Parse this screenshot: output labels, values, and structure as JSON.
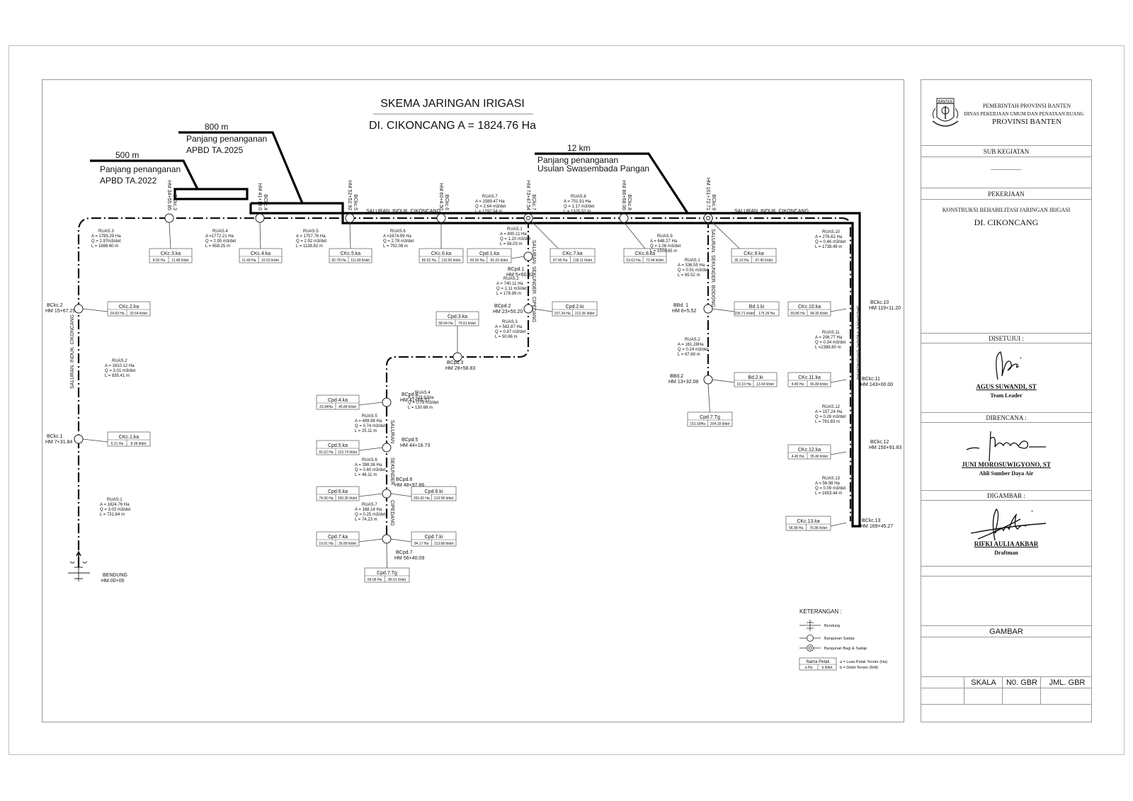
{
  "title": {
    "line1": "SKEMA JARINGAN IRIGASI",
    "line2": "DI. CIKONCANG A = 1824.76 Ha"
  },
  "callouts": [
    {
      "length": "500 m",
      "line1": "Panjang penanganan",
      "line2": "APBD TA.2022"
    },
    {
      "length": "800 m",
      "line1": "Panjang penanganan",
      "line2": "APBD TA.2025"
    },
    {
      "length": "12 km",
      "line1": "Panjang penanganan",
      "line2": "Usulan Swasembada Pangan"
    }
  ],
  "channels": {
    "induk_top": "SALURAN. INDUK. CIKONCANG",
    "induk_left": "SALURAN. INDUK. CIKONCANG",
    "induk_right": "SALURAN. INDUK. CIKONCANG",
    "cipedang_upper": "SALURAN. SEKUNDER. CIPEDANG",
    "cipedang_lower": [
      "SALURAN",
      "SEKUNDER",
      "CIPEDANG"
    ],
    "bodong": "SALURAN. SEKUNDER. BODONG"
  },
  "structures": [
    {
      "name": "BCkc.1",
      "hm": "HM 7+31.84"
    },
    {
      "name": "BCkc.2",
      "hm": "HM 15+67.25"
    },
    {
      "name": "BCkc.3",
      "hm": "HM 34+55.85"
    },
    {
      "name": "BCkc.4",
      "hm": "HM 41+14.0"
    },
    {
      "name": "BCkc.5",
      "hm": "HM 52+52.92"
    },
    {
      "name": "BCkc.6",
      "hm": "HM 60+4.50"
    },
    {
      "name": "BCkc.7",
      "hm": "HM 73+47.54"
    },
    {
      "name": "BCkc.8",
      "hm": "HM 86+68.06"
    },
    {
      "name": "BCkc.9",
      "hm": "HM 101+72.71"
    },
    {
      "name": "BCkc.10",
      "hm": "HM 119+11.20"
    },
    {
      "name": "BCkc.11",
      "hm": "HM 143+00.00"
    },
    {
      "name": "BCkc.12",
      "hm": "HM 150+91.83"
    },
    {
      "name": "BCkc.13",
      "hm": "HM 169+45.27"
    },
    {
      "name": "BCpd.1",
      "hm": "HM 5+60.32"
    },
    {
      "name": "BCpd.2",
      "hm": "HM 23+50.20"
    },
    {
      "name": "BCpd.3",
      "hm": "HM 28+58.83"
    },
    {
      "name": "BCpd.4",
      "hm": "HM 41+65.57"
    },
    {
      "name": "BCpd.5",
      "hm": "HM 44+16.73"
    },
    {
      "name": "BCpd.6",
      "hm": "HM 48+97.86"
    },
    {
      "name": "BCpd.7",
      "hm": "HM 56+40.09"
    },
    {
      "name": "BBd. 1",
      "hm": "HM 6+5.52"
    },
    {
      "name": "BBd.2",
      "hm": "HM 13+32.08"
    },
    {
      "name": "BENDUNG",
      "hm": "HM.00+00"
    }
  ],
  "ruas": [
    {
      "name": "RUAS.1",
      "A": "A = 1824.76 Ha",
      "Q": "Q = 3.03 m3/det",
      "L": "L = 731.84  m"
    },
    {
      "name": "RUAS.2",
      "A": "A = 1810.12 Ha",
      "Q": "Q = 3.01 m3/det",
      "L": "L = 835.41  m"
    },
    {
      "name": "RUAS.3",
      "A": "A = 1785.29 Ha",
      "Q": "Q = 2.97m3/det",
      "L": "L = 1888.60 m"
    },
    {
      "name": "RUAS.4",
      "A": "A =1772.21 Ha",
      "Q": "Q = 2.95 m3/det",
      "L": "L = 658.25  m"
    },
    {
      "name": "RUAS.5",
      "A": "A = 1757.76 Ha",
      "Q": "Q = 2.92 m3/det",
      "L": "L = 1138.82  m"
    },
    {
      "name": "RUAS.6",
      "A": "A =1674.99 Ha",
      "Q": "Q = 2.78 m3/det",
      "L": "L = 792.08  m"
    },
    {
      "name": "RUAS.7",
      "A": "A = 1589.47 Ha",
      "Q": "Q = 2.64 m3/det",
      "L": "L = 1292.54  m"
    },
    {
      "name": "RUAS.8",
      "A": "A = 701.91 Ha",
      "Q": "Q = 1.17 m3/det",
      "L": "L = 1320.52  m"
    },
    {
      "name": "RUAS.9",
      "A": "A = 648.27 Ha",
      "Q": "Q = 1.08 m3/det",
      "L": "L = 1504.65  m"
    },
    {
      "name": "RUAS.10",
      "A": "A = 276.62 Ha",
      "Q": "Q = 0.46 m3/det",
      "L": "L = 1738.49  m"
    },
    {
      "name": "RUAS.11",
      "A": "A = 206.77 Ha",
      "Q": "Q = 0.34 m3/det",
      "L": "L =2388.80  m"
    },
    {
      "name": "RUAS.12",
      "A": "A = 157.24 Ha",
      "Q": "Q = 0.26 m3/det",
      "L": "L = 791.83 m"
    },
    {
      "name": "RUAS.13",
      "A": "A = 56.98 Ha",
      "Q": "Q = 0.09 m3/det",
      "L": "L = 1853.44  m"
    },
    {
      "name": "RUAS.1",
      "A": "A = 800.11 Ha",
      "Q": "Q = 1.20 m3/det",
      "L": "L = 56.03 m"
    },
    {
      "name": "RUAS.2",
      "A": "A = 740.11 Ha",
      "Q": "Q = 1.11 m3/det",
      "L": "L = 178.99  m"
    },
    {
      "name": "RUAS.3",
      "A": "A = 582.87 Ha",
      "Q": "Q = 0.87 m3/det",
      "L": "L = 50.86  m"
    },
    {
      "name": "RUAS.4",
      "A": "A = 523.92Ha",
      "Q": "Q = 0.79 m3/det",
      "L": "L = 130.68 m"
    },
    {
      "name": "RUAS.5",
      "A": "A = 489.98 Ha",
      "Q": "Q = 0.74 m3/det",
      "L": "L = 25.11  m"
    },
    {
      "name": "RUAS.6",
      "A": "A = 398.36 Ha",
      "Q": "Q = 0.60 m3/det",
      "L": "L = 48.11  m"
    },
    {
      "name": "RUAS.7",
      "A": "A = 168.14 Ha",
      "Q": "Q = 0.25 m3/det",
      "L": "L = 74.23  m"
    },
    {
      "name": "RUAS.1",
      "A": "A = 336.55 Ha",
      "Q": "Q = 0.51 m3/det",
      "L": "L = 65.52  m"
    },
    {
      "name": "RUAS.2",
      "A": "A = 161.28Ha",
      "Q": "Q = 0.24 m3/det",
      "L": "L = 67.69  m"
    }
  ],
  "petak": [
    {
      "name": "CKc.1.ka",
      "a": "6.21 Ha",
      "b": "8.38 lt/det"
    },
    {
      "name": "CKc.2.ka",
      "a": "24.83 Ha",
      "b": "33.54 lt/det"
    },
    {
      "name": "CKc.3.ka",
      "a": "8.50 Ha",
      "b": "11.48 lt/det"
    },
    {
      "name": "CKc.4.ka",
      "a": "11.49 Ha",
      "b": "15.52 lt/det"
    },
    {
      "name": "CKc.5.ka",
      "a": "82.78 Ha",
      "b": "111.80 lt/det"
    },
    {
      "name": "CKc.6.ka",
      "a": "85.52 Ha",
      "b": "115.50 lt/det"
    },
    {
      "name": "Cpd.1.ka",
      "a": "60.00 Ha",
      "b": "81.03 lt/det"
    },
    {
      "name": "CKc.7.ka",
      "a": "87.45 Ha",
      "b": "118.11 lt/det"
    },
    {
      "name": "CKc.8.ka",
      "a": "53.63 Ha",
      "b": "72.44 lt/det"
    },
    {
      "name": "CKc.9.ka",
      "a": "35.10 Ha",
      "b": "47.40 lt/det"
    },
    {
      "name": "Cpd.2.ki",
      "a": "157.24 Ha",
      "b": "212.36 lt/det"
    },
    {
      "name": "Cpd.3.ka",
      "a": "58.94 Ha",
      "b": "79.61 lt/det"
    },
    {
      "name": "Cpd.4.ka",
      "a": "33.94Ha",
      "b": "45.84 lt/det"
    },
    {
      "name": "Cpd.5.ka",
      "a": "91.62 Ha",
      "b": "123.74 lt/det"
    },
    {
      "name": "Cpd.6.ka",
      "a": "74.30 Ha",
      "b": "100.35 lt/det"
    },
    {
      "name": "Cpd.6.ki",
      "a": "155.92 Ha",
      "b": "210.58 lt/det"
    },
    {
      "name": "Cpd.7.ka",
      "a": "19.91 Ha",
      "b": "26.89 lt/det"
    },
    {
      "name": "Cpd.7.ki",
      "a": "84.17 Ha",
      "b": "113.68 lt/det"
    },
    {
      "name": "Cpd.7.Tg",
      "a": "64.06 Ha",
      "b": "86.51 lt/det"
    },
    {
      "name": "Bd.1.ki",
      "a": "236.71 lt/det",
      "b": "175.26 Ha"
    },
    {
      "name": "Bd.2.ki",
      "a": "10.10 Ha",
      "b": "13.64 lt/det"
    },
    {
      "name": "Cpd.7.Tg",
      "a": "151.18Ha",
      "b": "204.18 lt/det"
    },
    {
      "name": "CKc.10.ka",
      "a": "69.86 Ha",
      "b": "94.35 lt/det"
    },
    {
      "name": "CKc.11.ka",
      "a": "4.45 Ha",
      "b": "66.89 lt/det"
    },
    {
      "name": "CKc.12.ka",
      "a": "4.45 Ha",
      "b": "35.40 lt/det"
    },
    {
      "name": "CKc.13.ka",
      "a": "56.98 Ha",
      "b": "76.96 lt/det"
    }
  ],
  "legend": {
    "title": "KETERANGAN :",
    "items": [
      "Bendung",
      "Bangunan Sadap",
      "Bangunan Bagi & Sadap"
    ],
    "petak_name": "Nama Petak",
    "petak_a": "a  Ha",
    "petak_b": "b  lt/det",
    "note_a": "a = Luas Petak Tersier (Ha)",
    "note_b": "b = Debit Tersier (lt/dt)"
  },
  "titleblock": {
    "logo_text": "BANTEN",
    "gov1": "PEMERINTAH PROVINSI BANTEN",
    "gov2": "DINAS PEKERJAAN UMUM DAN PENATAAN RUANG",
    "gov3": "PROVINSI BANTEN",
    "sub_kegiatan_label": "SUB KEGIATAN",
    "sub_kegiatan_value": "...................",
    "pekerjaan_label": "PEKERJAAN",
    "pekerjaan_value": "KONSTRUKSI REHABILITASI JARINGAN IRIGASI",
    "pekerjaan_location": "DI. CIKONCANG",
    "disetujui_label": "DISETUJUI :",
    "disetujui_name": "AGUS SUWANDI, ST",
    "disetujui_role": "Team Leader",
    "direncana_label": "DIRENCANA :",
    "direncana_name": "JUNI MOROSUWIGYONO, ST",
    "direncana_role": "Ahli Sumber Daya Air",
    "digambar_label": "DIGAMBAR :",
    "digambar_name": "RIFKI AULIA AKBAR",
    "digambar_role": "Draftman",
    "gambar_label": "GAMBAR",
    "skala_label": "SKALA",
    "no_gbr_label": "N0. GBR",
    "jml_gbr_label": "JML. GBR"
  }
}
